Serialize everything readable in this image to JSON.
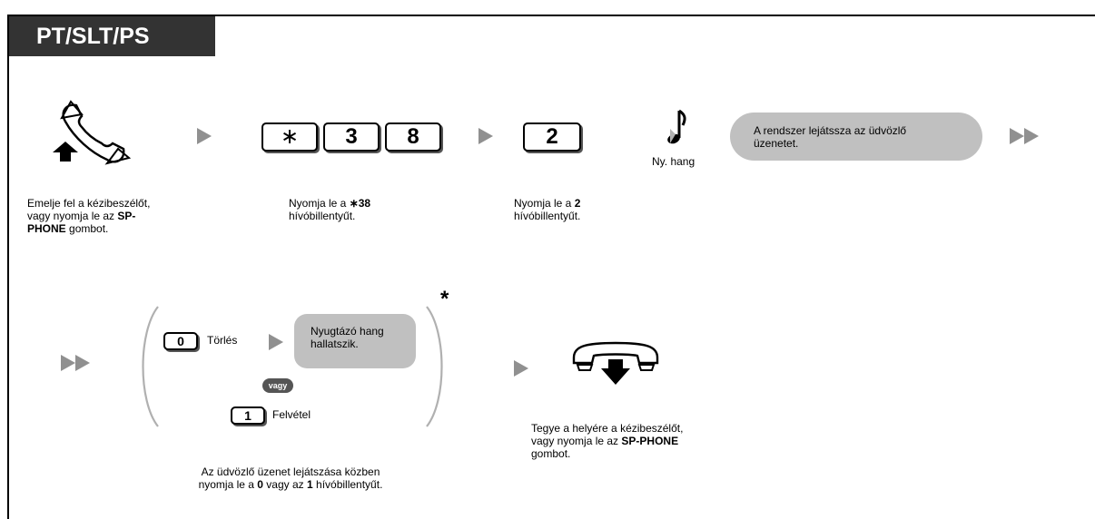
{
  "header": {
    "tab_label": "PT/SLT/PS"
  },
  "steps": {
    "step1": {
      "caption_pre": "Emelje fel a kézibeszélőt,\nvagy nyomja le az ",
      "caption_bold": "SP-\nPHONE",
      "caption_post": " gombot."
    },
    "step2": {
      "keys": [
        "∗",
        "3",
        "8"
      ],
      "caption_pre": "Nyomja le a ",
      "caption_bold": "∗38",
      "caption_post": "\nhívóbillentyűt."
    },
    "step3": {
      "key": "2",
      "caption_pre": "Nyomja le a ",
      "caption_bold": "2",
      "caption_post": "\nhívóbillentyűt."
    },
    "tone": {
      "label": "Ny. hang"
    },
    "system_bubble": {
      "text": "A rendszer lejátssza az üdvözlő\nüzenetet."
    }
  },
  "options": {
    "option0": {
      "key": "0",
      "label": "Törlés"
    },
    "confirm_bubble": {
      "text": "Nyugtázó hang\nhallatszik."
    },
    "or_badge": "vagy",
    "option1": {
      "key": "1",
      "label": "Felvétel"
    },
    "asterisk": "*",
    "caption_pre": "Az üdvözlő üzenet lejátszása közben\nnyomja le a ",
    "caption_bold1": "0",
    "caption_mid": " vagy az ",
    "caption_bold2": "1",
    "caption_post": " hívóbillentyűt."
  },
  "hangup": {
    "caption_pre": "Tegye a helyére a kézibeszélőt,\nvagy nyomja le az ",
    "caption_bold": "SP-PHONE",
    "caption_post": "\ngombot."
  }
}
